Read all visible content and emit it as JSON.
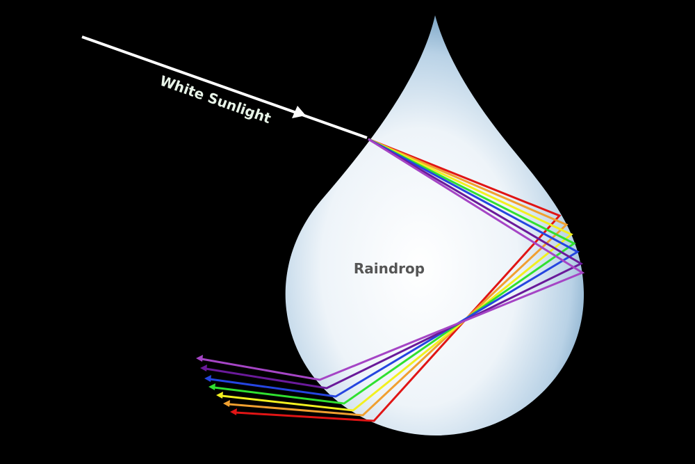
{
  "labels": {
    "sunlight": "White Sunlight",
    "raindrop": "Raindrop"
  },
  "colors": {
    "background": "#000000",
    "sunlight": "#ffffff",
    "sunlight_text": "#e8f4e8",
    "raindrop_text": "#555555",
    "drop_light": "#f4f8fb",
    "drop_edge": "#7fa8c8"
  },
  "rays": [
    {
      "color_name": "red",
      "color": "#e01515"
    },
    {
      "color_name": "orange",
      "color": "#f0a030"
    },
    {
      "color_name": "yellow",
      "color": "#f2f020"
    },
    {
      "color_name": "green",
      "color": "#30e030"
    },
    {
      "color_name": "blue",
      "color": "#2545e0"
    },
    {
      "color_name": "indigo",
      "color": "#6a1a9a"
    },
    {
      "color_name": "violet",
      "color": "#a545c5"
    }
  ]
}
